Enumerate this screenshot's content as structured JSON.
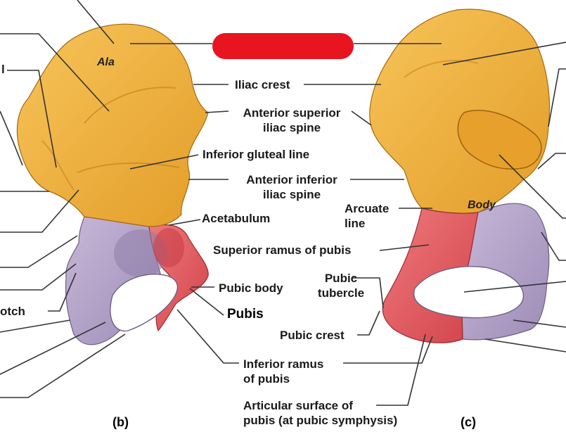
{
  "labels": {
    "iliac_crest": "Iliac crest",
    "asis_1": "Anterior superior",
    "asis_2": "iliac spine",
    "inferior_gluteal_line": "Inferior gluteal line",
    "aiis_1": "Anterior inferior",
    "aiis_2": "iliac spine",
    "acetabulum": "Acetabulum",
    "arcuate_1": "Arcuate",
    "arcuate_2": "line",
    "superior_ramus": "Superior ramus of pubis",
    "pubic_body": "Pubic body",
    "pubis": "Pubis",
    "pubic_tubercle_1": "Pubic",
    "pubic_tubercle_2": "tubercle",
    "pubic_crest": "Pubic crest",
    "inferior_ramus_1": "Inferior ramus",
    "inferior_ramus_2": "of pubis",
    "articular_1": "Articular surface of",
    "articular_2": "pubis (at pubic symphysis)",
    "ala": "Ala",
    "body": "Body",
    "cut_l1": "l",
    "cut_notch": "otch"
  },
  "panels": {
    "b": "(b)",
    "c": "(c)"
  },
  "colors": {
    "ilium": "#f2b23a",
    "ischium": "#b3a2c8",
    "pubis": "#e0585c",
    "redaction": "#e8141f",
    "leader": "#333333"
  }
}
